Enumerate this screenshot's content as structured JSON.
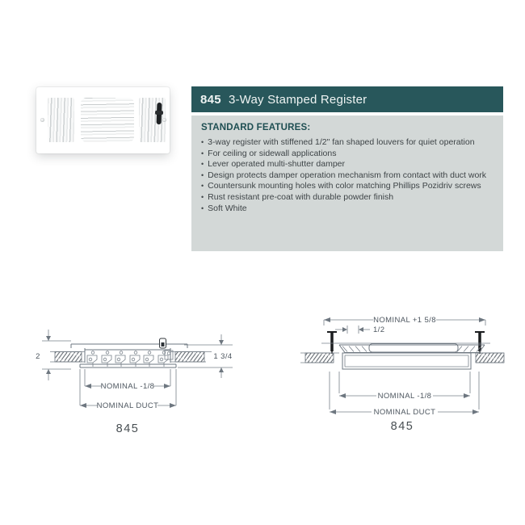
{
  "header": {
    "model": "845",
    "title": "3-Way Stamped Register",
    "bg_color": "#28575b",
    "text_color": "#eff4f3"
  },
  "features": {
    "heading": "STANDARD FEATURES:",
    "bullet_char": "•",
    "items": [
      "3-way register with stiffened 1/2\" fan shaped louvers for quiet operation",
      "For ceiling or sidewall applications",
      "Lever operated multi-shutter damper",
      "Design protects damper operation mechanism from contact with duct work",
      "Countersunk mounting holes with color matching Phillips Pozidriv screws",
      "Rust resistant pre-coat with durable powder finish",
      "Soft White"
    ],
    "bg_color": "#d3d8d7",
    "heading_color": "#1e4e52",
    "text_color": "#3e4447"
  },
  "product_image": {
    "alt": "White 3-way stamped register with left, center and right louver banks and damper lever"
  },
  "drawings": {
    "left": {
      "depth_dim": "2",
      "face_depth_dim": "1 3/4",
      "width_dim": "NOMINAL -1/8",
      "duct_dim": "NOMINAL DUCT",
      "model": "845"
    },
    "right": {
      "overall_dim": "NOMINAL +1 5/8",
      "flange_dim": "1/2",
      "width_dim": "NOMINAL -1/8",
      "duct_dim": "NOMINAL DUCT",
      "model": "845"
    }
  }
}
